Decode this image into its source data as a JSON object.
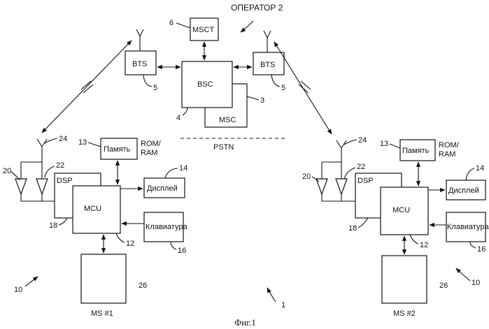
{
  "operator_label": "ОПЕРАТОР 2",
  "core": {
    "msct": "MSCT",
    "bsc": "BSC",
    "msc": "MSC",
    "bts_left": "BTS",
    "bts_right": "BTS",
    "pstn": "PSTN"
  },
  "ms1": {
    "memory": "Память",
    "rom": "ROM/",
    "ram": "RAM",
    "dsp": "DSP",
    "mcu": "MCU",
    "display": "Дисплей",
    "keyboard": "Клавиатура",
    "label": "MS  #1"
  },
  "ms2": {
    "memory": "Память",
    "rom": "ROM/",
    "ram": "RAM",
    "dsp": "DSP",
    "mcu": "MCU",
    "display": "Дисплей",
    "keyboard": "Клавиатура",
    "label": "MS  #2"
  },
  "refs": {
    "r1": "1",
    "r3": "3",
    "r4": "4",
    "r5a": "5",
    "r5b": "5",
    "r6": "6",
    "r10a": "10",
    "r10b": "10",
    "r12a": "12",
    "r12b": "12",
    "r13a": "13",
    "r13b": "13",
    "r14a": "14",
    "r14b": "14",
    "r16a": "16",
    "r16b": "16",
    "r18a": "18",
    "r18b": "18",
    "r20a": "20",
    "r20b": "20",
    "r22a": "22",
    "r22b": "22",
    "r24a": "24",
    "r24b": "24",
    "r26a": "26",
    "r26b": "26"
  },
  "caption": "Фиг.1"
}
